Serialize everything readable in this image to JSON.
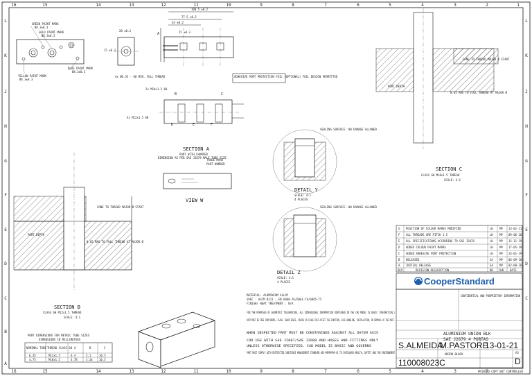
{
  "border": {
    "columns": [
      "16",
      "15",
      "14",
      "13",
      "12",
      "11",
      "10",
      "9",
      "8",
      "7",
      "6",
      "5",
      "4",
      "3",
      "2",
      "1"
    ],
    "rows": [
      "L",
      "K",
      "J",
      "H",
      "G",
      "F",
      "E",
      "D",
      "C",
      "B",
      "A"
    ]
  },
  "top_view": {
    "note_green": "GREEN PAINT MARK",
    "note_green_size": "Ø4.3±0.3",
    "note_gold": "GOLD PAINT MARK",
    "note_gold_size": "Ø4.3±0.3",
    "note_blue": "BLUE PAINT MARK",
    "note_blue_size": "Ø4.3±0.3",
    "note_yellow": "YELLOW PAINT MARK",
    "note_yellow_size": "Ø4.3±0.3"
  },
  "front_view": {
    "dim_overall": "100.5 ±0.2",
    "dim_77": "77.5 ±0.2",
    "dim_44": "44 ±0.2",
    "dim_20": "20 ±0.3",
    "dim_15a": "15 ±0.3",
    "dim_15b": "15 ±0.3",
    "note_thread": "4x Ø6.35 - 60 MIN. FULL THREAD",
    "note_label": "ADHESIVE PORT PROTECTION FOIL (OPTIONAL) FOIL DESIGN PERMITTED",
    "thread_m12": "4x M12x1.5 6H",
    "thread_m10": "2x M10x1.5 6H",
    "view_a": "A",
    "view_b": "B",
    "view_c": "C"
  },
  "section_a": {
    "title": "SECTION A",
    "note1": "PORT WITH CHAMFER",
    "note2": "DIMENSION AS PER SAE J2878 MALE TUBE SIZE",
    "marks": [
      "D",
      "E",
      "F"
    ]
  },
  "view_w": {
    "title": "VIEW W",
    "note": "TRADE MARK",
    "note2": "PART NUMBER"
  },
  "section_b": {
    "title": "SECTION B",
    "subtitle": "CLASS 6H M12x1.5 THREAD",
    "scale": "SCALE: 4:1",
    "note_cone": "CONE TO THREAD MAJOR Ø START",
    "note_fall": "0.65 MAX TO FULL THREAD AT MAJOR Ø",
    "note_port": "PORT DEPTH"
  },
  "section_c": {
    "title": "SECTION C",
    "subtitle": "CLASS 6H M10x1.5 THREAD",
    "scale": "SCALE: 4:1",
    "note_cone": "CONE TO THREAD MAJOR Ø START",
    "note_fall": "0.65 MAX TO FULL THREAD AT MAJOR Ø",
    "note_port": "PORT DEPTH"
  },
  "detail_y": {
    "title": "DETAIL Y",
    "scale": "SCALE: 4:1",
    "places": "4 PLACES",
    "sealing": "SEALING SURFACE: NO DAMAGE ALLOWED"
  },
  "detail_z": {
    "title": "DETAIL Z",
    "scale": "SCALE: 4:1",
    "places": "4 PLACES",
    "sealing": "SEALING SURFACE: NO DAMAGE ALLOWED"
  },
  "tube_table": {
    "title": "PORT DIMENSIONS FOR METRIC TUBE SIZES",
    "subtitle": "DIMENSIONS IN MILLIMETERS",
    "headers": [
      "NOMINAL TUBE",
      "THREAD CLASS 6H",
      "A",
      "B",
      "C"
    ],
    "rows": [
      [
        "6.35",
        "M12x1.5",
        "6.4",
        "5.1",
        "10.5"
      ],
      [
        "4.75",
        "M10x1.5",
        "3.78",
        "3.14",
        "10.5"
      ]
    ]
  },
  "notes": {
    "material": "MATERIAL: ALUMINIUM ALLOY",
    "spec": "SPEC : ASTM B211 ; EN 6060-T6/6061-T6/6005-T5",
    "finish": "FINISH/ HEAT TREATMENT : N/A",
    "n1": "FOR THE PURPOSES OF GEOMETRIC TOLERANCING, ALL DIMENSIONAL INFORMATION CONTAINED IN THE CAD MODEL IS BASIC (THEORETICAL)",
    "n2": "PART MUST BE FREE FROM BURRS, FLASH, SHARP EDGES, CRACKS OR FLAWS THAT AFFECT THE FUNCTION, SAFE HANDLING, INSTALLATION, OR REMOVAL OF THE PART.",
    "n3": "WHEN INSPECTED PART MUST BE CONSTRAINED AGAINST ALL DATUM AXIS",
    "n4": "FOR USE WITH SAE J2887/SAE J2888 AND HOSES AND FITTINGS ONLY",
    "n5": "UNLESS OTHERWISE SPECIFIED, CAD MODEL IS BASIC AND GOVERNS",
    "n6": "PART MUST COMPLY WITH RESTRICTED SUBSTANCE MANAGEMENT STANDARD WSS-M99P9999-A1 TO SAFEGUARD HEALTH, SAFETY AND THE ENVIRONMENT"
  },
  "revisions": {
    "rows": [
      [
        "G",
        "POSITION OF COLOUR MARKS MODIFIED",
        "LH",
        "MP",
        "13-01-21"
      ],
      [
        "F",
        "ALL THREADS ARE PITCH 1.5",
        "LH",
        "MP",
        "09-06-20"
      ],
      [
        "E",
        "ALL SPECIFICATIONS ACCORDING TO SAE J2878",
        "LH",
        "MP",
        "15-11-19"
      ],
      [
        "D",
        "ADDED COLOUR PAINT MARKS",
        "LH",
        "MP",
        "17-05-19"
      ],
      [
        "C",
        "ADDED ADHESIVE PORT PROTECTION",
        "LH",
        "MP",
        "24-01-19"
      ],
      [
        "B",
        "RELEASED",
        "SA",
        "MP",
        "06-09-18"
      ],
      [
        "A",
        "INITIAL RELEASE",
        "SA",
        "MP",
        "02-08-18"
      ]
    ],
    "header": [
      "REV",
      "REVISION DESCRIPTION",
      "DR",
      "CHK",
      "DATE"
    ]
  },
  "company": {
    "name": "CooperStandard",
    "confidential": "CONFIDENTIAL AND PROPRIETARY INFORMATION"
  },
  "title_block": {
    "title1": "ALUMINIUM UNION BLK",
    "title2": "SAE J2879 4 PORTAS",
    "drawn_by": "S.ALMEIDA",
    "checked_by": "M.PASTORE",
    "date": "13-01-21",
    "part_number": "110008023C",
    "sheet": "D",
    "size": "A3",
    "description": "UNION BLOCK",
    "footer": "PRINTED COPY NOT CONTROLLED"
  }
}
